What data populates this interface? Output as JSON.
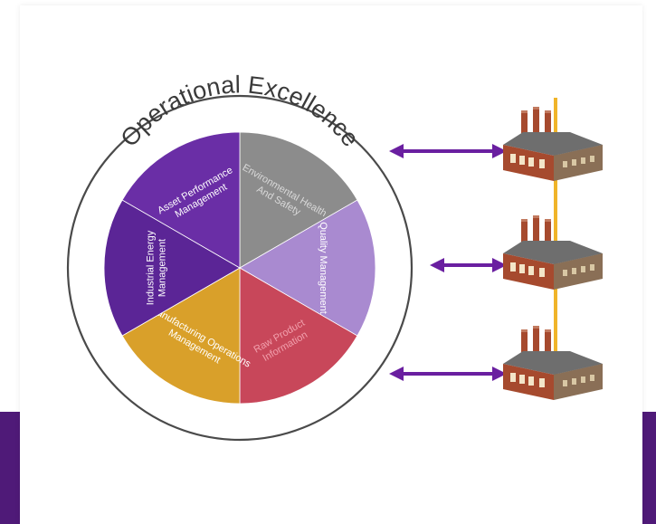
{
  "diagram": {
    "title": "Operational Excellence",
    "colors": {
      "frame_band": "#4f1a78",
      "arrow": "#6a1fa0",
      "connector": "#f0b429",
      "factory_body": "#8a6f56",
      "factory_brick": "#a64a2e",
      "factory_roof": "#6e6e6e"
    },
    "segments": [
      {
        "label_line1": "Environmental Health",
        "label_line2": "And Safety",
        "color": "#8c8c8c",
        "text_color": "#d9d9d9"
      },
      {
        "label_line1": "Quality Management",
        "label_line2": "",
        "color": "#a98ad0",
        "text_color": "#ffffff"
      },
      {
        "label_line1": "Raw Product",
        "label_line2": "Information",
        "color": "#c8475a",
        "text_color": "#f2a0ad"
      },
      {
        "label_line1": "Manufacturing Operations",
        "label_line2": "Management",
        "color": "#d9a02a",
        "text_color": "#ffffff"
      },
      {
        "label_line1": "Industrial Energy",
        "label_line2": "Management",
        "color": "#5b2596",
        "text_color": "#ffffff"
      },
      {
        "label_line1": "Asset Performance",
        "label_line2": "Management",
        "color": "#6a2ea6",
        "text_color": "#ffffff"
      }
    ],
    "factories": [
      {
        "icon": "factory-icon"
      },
      {
        "icon": "factory-icon"
      },
      {
        "icon": "factory-icon"
      }
    ]
  }
}
